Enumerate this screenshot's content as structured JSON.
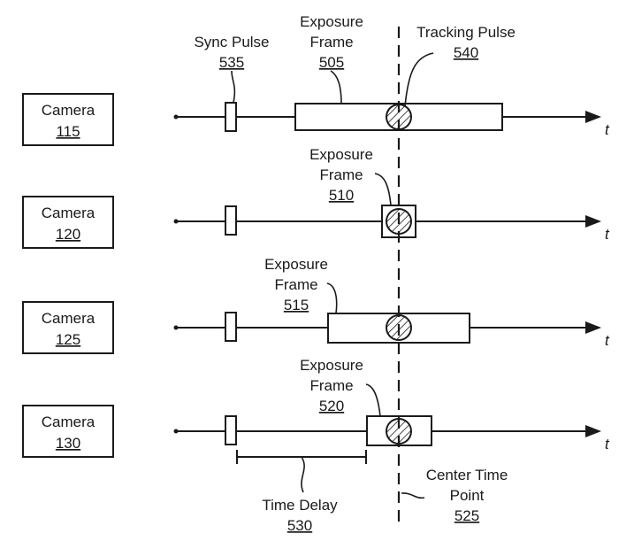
{
  "cameras": [
    {
      "label": "Camera",
      "ref": "115"
    },
    {
      "label": "Camera",
      "ref": "120"
    },
    {
      "label": "Camera",
      "ref": "125"
    },
    {
      "label": "Camera",
      "ref": "130"
    }
  ],
  "axis_label": "t",
  "sync_pulse": {
    "line1": "Sync Pulse",
    "ref": "535"
  },
  "tracking_pulse": {
    "line1": "Tracking Pulse",
    "ref": "540"
  },
  "exposure_frames": [
    {
      "line1": "Exposure",
      "line2": "Frame",
      "ref": "505"
    },
    {
      "line1": "Exposure",
      "line2": "Frame",
      "ref": "510"
    },
    {
      "line1": "Exposure",
      "line2": "Frame",
      "ref": "515"
    },
    {
      "line1": "Exposure",
      "line2": "Frame",
      "ref": "520"
    }
  ],
  "time_delay": {
    "line1": "Time Delay",
    "ref": "530"
  },
  "center_time_point": {
    "line1": "Center Time",
    "line2": "Point",
    "ref": "525"
  },
  "colors": {
    "ink": "#1a1a1a",
    "background": "#ffffff"
  }
}
